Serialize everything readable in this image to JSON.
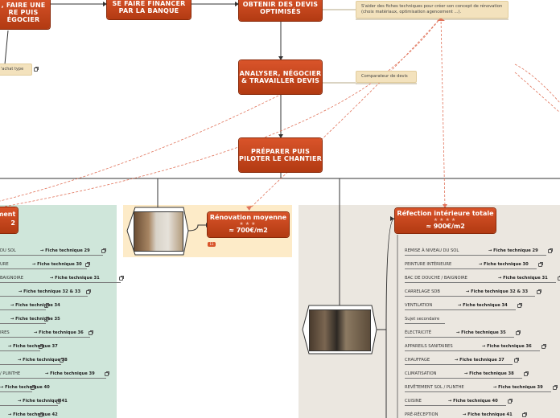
{
  "nodes": {
    "n1": {
      "line1": ", FAIRE UNE",
      "line2": "RE PUIS",
      "line3": "ÉGOCIER"
    },
    "n2": {
      "line1": "SE FAIRE FINANCER",
      "line2": "PAR LA BANQUE"
    },
    "n3": {
      "line1": "OBTENIR DES DEVIS",
      "line2": "OPTIMISÉS"
    },
    "n4": {
      "line1": "ANALYSER, NÉGOCIER",
      "line2": "& TRAVAILLER DEVIS"
    },
    "n5": {
      "line1": "PRÉPARER PUIS",
      "line2": "PILOTER LE CHANTIER"
    }
  },
  "notes": {
    "achat": "'achat type",
    "fiches": "S'aider des fiches techniques pour créer son concept de rénovation (choix matériaux, optimisation agencement ...).",
    "comparateur": "Comparateur de devis"
  },
  "left_panel": {
    "header_line1": "ment",
    "header_line2": "2",
    "rows": [
      {
        "label": "DU SOL",
        "fiche": "→ Fiche technique 29"
      },
      {
        "label": "URE",
        "fiche": "→ Fiche technique 30"
      },
      {
        "label": "BAIGNOIRE",
        "fiche": "→ Fiche technique 31"
      },
      {
        "label": "",
        "fiche": "→ Fiche technique 32 & 33"
      },
      {
        "label": "",
        "fiche": "→ Fiche technique 34"
      },
      {
        "label": "",
        "fiche": "→ Fiche technique 35"
      },
      {
        "label": "IRES",
        "fiche": "→ Fiche technique 36"
      },
      {
        "label": "",
        "fiche": "→ Fiche technique 37"
      },
      {
        "label": "",
        "fiche": "→ Fiche technique 38"
      },
      {
        "label": "/ PLINTHE",
        "fiche": "→ Fiche technique 39"
      },
      {
        "label": "",
        "fiche": "→ Fiche technique 40"
      },
      {
        "label": "",
        "fiche": "→ Fiche technique 41"
      },
      {
        "label": "",
        "fiche": "→ Fiche technique 42"
      }
    ]
  },
  "mid_panel": {
    "title": "Rénovation moyenne",
    "price": "≈ 700€/m2",
    "badge": "11"
  },
  "right_panel": {
    "title": "Réfection intérieure totale",
    "price": "≈ 900€/m2",
    "rows": [
      {
        "label": "REMISE À NIVEAU DU SOL",
        "fiche": "→ Fiche technique 29"
      },
      {
        "label": "PEINTURE INTÉRIEURE",
        "fiche": "→ Fiche technique 30"
      },
      {
        "label": "BAC DE DOUCHE / BAIGNOIRE",
        "fiche": "→ Fiche technique 31"
      },
      {
        "label": "CARRELAGE SDB",
        "fiche": "→ Fiche technique 32 & 33"
      },
      {
        "label": "VENTILATION",
        "fiche": "→ Fiche technique 34"
      },
      {
        "label": "Sujet secondaire",
        "fiche": ""
      },
      {
        "label": "ÉLECTRICITÉ",
        "fiche": "→ Fiche technique 35"
      },
      {
        "label": "APPAREILS SANITAIRES",
        "fiche": "→ Fiche technique 36"
      },
      {
        "label": "CHAUFFAGE",
        "fiche": "→ Fiche technique 37"
      },
      {
        "label": "CLIMATISATION",
        "fiche": "→ Fiche technique 38"
      },
      {
        "label": "REVÊTEMENT SOL / PLINTHE",
        "fiche": "→ Fiche technique 39"
      },
      {
        "label": "CUISINE",
        "fiche": "→ Fiche technique 40"
      },
      {
        "label": "PRÉ-RÉCEPTION",
        "fiche": "→ Fiche technique 41"
      }
    ]
  },
  "colors": {
    "node": "#c4461c",
    "left_bg": "#cfe6da",
    "mid_bg": "#fdebc8",
    "right_bg": "#ebe7e0",
    "dashed": "#e0735a"
  }
}
